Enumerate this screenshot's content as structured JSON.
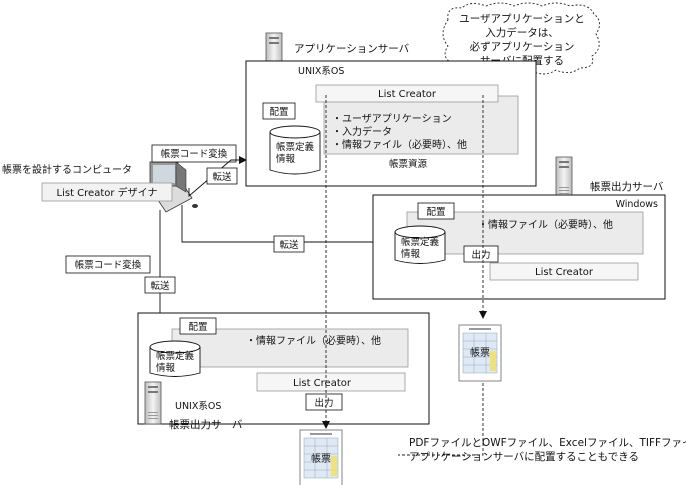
{
  "callout": {
    "line1": "ユーザアプリケーションと",
    "line2": "入力データは、",
    "line3": "必ずアプリケーション",
    "line4": "サーバに配置する"
  },
  "app_server": {
    "title": "アプリケーションサーバ",
    "os": "UNIX系OS",
    "list_creator": "List Creator",
    "placement": "配置",
    "db_line1": "帳票定義",
    "db_line2": "情報",
    "items": [
      "・ユーザアプリケーション",
      "・入力データ",
      "・情報ファイル（必要時）、他"
    ],
    "resource_label": "帳票資源"
  },
  "designer": {
    "computer_label": "帳票を設計するコンピュータ",
    "app_label": "List Creator デザイナ",
    "conversion_top": "帳票コード変換",
    "conversion_left": "帳票コード変換"
  },
  "transfer": {
    "label": "転送"
  },
  "windows_server": {
    "title": "帳票出力サーバ",
    "os": "Windows",
    "placement": "配置",
    "db_line1": "帳票定義",
    "db_line2": "情報",
    "items": [
      "・情報ファイル（必要時）、他"
    ],
    "output": "出力",
    "list_creator": "List Creator"
  },
  "unix_server": {
    "title": "帳票出力サーバ",
    "os": "UNIX系OS",
    "placement": "配置",
    "db_line1": "帳票定義",
    "db_line2": "情報",
    "items": [
      "・情報ファイル（必要時）、他"
    ],
    "output": "出力",
    "list_creator": "List Creator"
  },
  "report_doc": {
    "label": "帳票"
  },
  "note": {
    "line1": "PDFファイルとOWFファイル、Excelファイル、TIFFファイルは",
    "line2": "アプリケーションサーバに配置することもできる"
  }
}
